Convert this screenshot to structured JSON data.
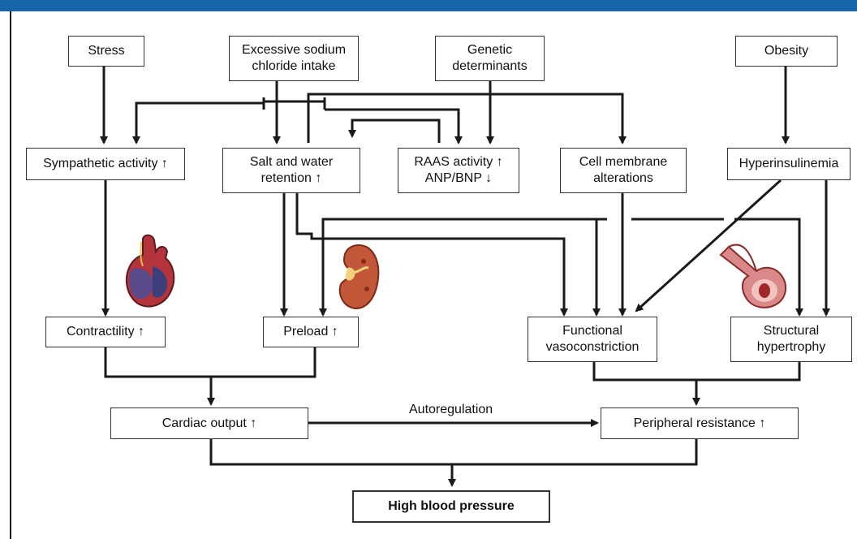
{
  "nodes": {
    "stress": "Stress",
    "sodium": "Excessive sodium\nchloride intake",
    "genetic": "Genetic\ndeterminants",
    "obesity": "Obesity",
    "sympathetic": "Sympathetic activity ↑",
    "salt_water": "Salt and water\nretention ↑",
    "raas": "RAAS activity ↑\nANP/BNP ↓",
    "cell_membrane": "Cell membrane\nalterations",
    "hyperinsulinemia": "Hyperinsulinemia",
    "contractility": "Contractility ↑",
    "preload": "Preload ↑",
    "functional": "Functional\nvasoconstriction",
    "structural": "Structural\nhypertrophy",
    "cardiac_output": "Cardiac output ↑",
    "peripheral": "Peripheral resistance ↑",
    "high_bp": "High blood pressure"
  },
  "edge_labels": {
    "autoregulation": "Autoregulation"
  },
  "icons": [
    "heart-icon",
    "kidney-icon",
    "blood-vessel-icon"
  ],
  "colors": {
    "header_bar": "#1565a8",
    "line": "#1a1a1a"
  }
}
